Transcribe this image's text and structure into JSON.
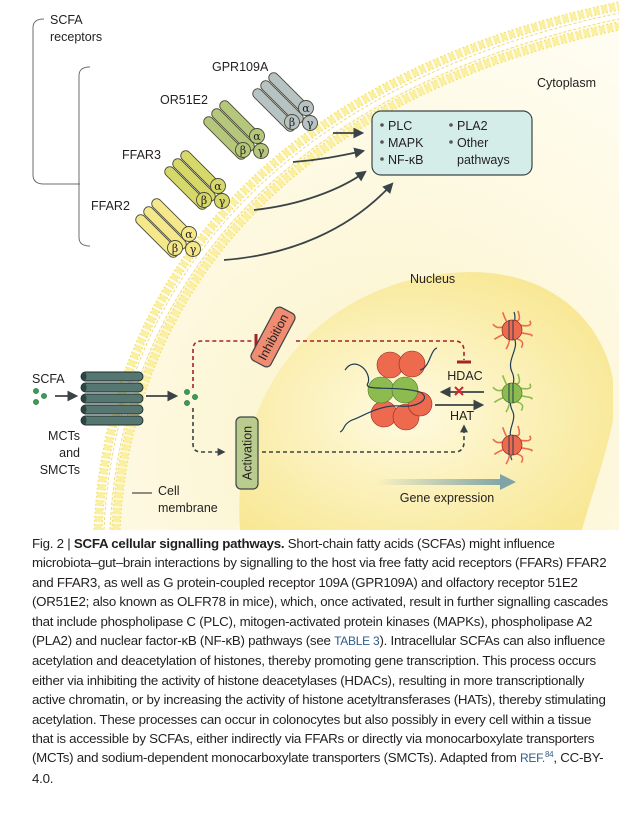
{
  "figure": {
    "labels": {
      "scfa_receptors_line1": "SCFA",
      "scfa_receptors_line2": "receptors",
      "cytoplasm": "Cytoplasm",
      "nucleus": "Nucleus",
      "scfa": "SCFA",
      "transporter_line1": "MCTs",
      "transporter_line2": "and",
      "transporter_line3": "SMCTs",
      "cell_membrane_line1": "Cell",
      "cell_membrane_line2": "membrane",
      "inhibition": "Inhibition",
      "activation": "Activation",
      "hdac": "HDAC",
      "hat": "HAT",
      "gene_expression": "Gene expression"
    },
    "receptors": [
      {
        "name": "GPR109A",
        "color": "#b7c3c2",
        "alpha": "α",
        "beta": "β",
        "gamma": "γ"
      },
      {
        "name": "OR51E2",
        "color": "#b5c77a",
        "alpha": "α",
        "beta": "β",
        "gamma": "γ"
      },
      {
        "name": "FFAR3",
        "color": "#d6d86a",
        "alpha": "α",
        "beta": "β",
        "gamma": "γ"
      },
      {
        "name": "FFAR2",
        "color": "#f4e88a",
        "alpha": "α",
        "beta": "β",
        "gamma": "γ"
      }
    ],
    "pathways_box": {
      "col1": [
        "PLC",
        "MAPK",
        "NF-κB"
      ],
      "col2": [
        "PLA2",
        "Other",
        "pathways"
      ]
    },
    "colors": {
      "membrane": "#f3e06a",
      "cytoplasm": "#fdf8dc",
      "nucleus": "#faeda8",
      "pathway_box": "#d5ede9",
      "inhibition": "#ef8c71",
      "activation": "#b9cc8e",
      "inhibition_line": "#a3222b",
      "transporter": "#567671",
      "scfa_dot": "#3d9b58",
      "nucleosome_red": "#ee6a4f",
      "nucleosome_green": "#8dbb50",
      "gene_arrow": "#7fa4a8"
    }
  },
  "caption": {
    "fig_label": "Fig. 2 | ",
    "title": "SCFA cellular signalling pathways.",
    "text_part1": " Short-chain fatty acids (SCFAs) might influence microbiota–gut–brain interactions by signalling to the host via free fatty acid receptors (FFARs) FFAR2 and FFAR3, as well as G protein-coupled receptor 109A (GPR109A) and olfactory receptor 51E2 (OR51E2; also known as OLFR78 in mice), which, once activated, result in further signalling cascades that include phospholipase C (PLC), mitogen-activated protein kinases (MAPKs), phospholipase A2 (PLA2) and nuclear factor-κB (NF-κB) pathways (see ",
    "table_ref": "TABLE 3",
    "text_part2": "). Intracellular SCFAs can also influence acetylation and deacetylation of histones, thereby promoting gene transcription. This process occurs either via inhibiting the activity of histone deacetylases (HDACs), resulting in more transcriptionally active chromatin, or by increasing the activity of histone acetyltransferases (HATs), thereby stimulating acetylation. These processes can occur in colonocytes but also possibly in every cell within a tissue that is accessible by SCFAs, either indirectly via FFARs or directly via monocarboxylate transporters (MCTs) and sodium-dependent monocarboxylate transporters (SMCTs). Adapted from ",
    "ref_label": "REF.",
    "ref_number": "84",
    "text_part3": ", CC-BY-4.0."
  }
}
